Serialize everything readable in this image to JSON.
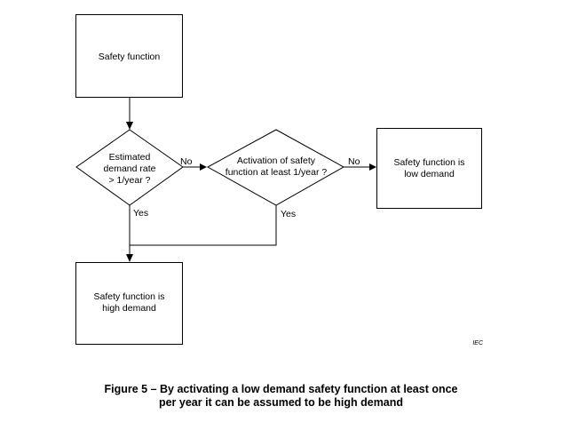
{
  "diagram": {
    "nodes": {
      "safety_function": {
        "shape": "rectangle",
        "lines": [
          "Safety function"
        ]
      },
      "estimated_demand": {
        "shape": "diamond",
        "lines": [
          "Estimated",
          "demand rate",
          "> 1/year ?"
        ]
      },
      "activation_check": {
        "shape": "diamond",
        "lines": [
          "Activation of safety",
          "function at least 1/year ?"
        ]
      },
      "low_demand": {
        "shape": "rectangle",
        "lines": [
          "Safety function is",
          "low demand"
        ]
      },
      "high_demand": {
        "shape": "rectangle",
        "lines": [
          "Safety function is",
          "high demand"
        ]
      }
    },
    "edges": [
      {
        "from": "safety_function",
        "to": "estimated_demand",
        "label": ""
      },
      {
        "from": "estimated_demand",
        "to": "activation_check",
        "label": "No"
      },
      {
        "from": "activation_check",
        "to": "low_demand",
        "label": "No"
      },
      {
        "from": "estimated_demand",
        "to": "high_demand",
        "label": "Yes"
      },
      {
        "from": "activation_check",
        "to": "high_demand",
        "label": "Yes"
      }
    ],
    "source_tag": "IEC",
    "colors": {
      "stroke": "#000000",
      "fill": "#ffffff",
      "text": "#000000"
    }
  },
  "caption": {
    "line_1": "Figure 5 – By activating a low demand safety function at least once",
    "line_2": "per year it can be assumed to be high demand"
  }
}
